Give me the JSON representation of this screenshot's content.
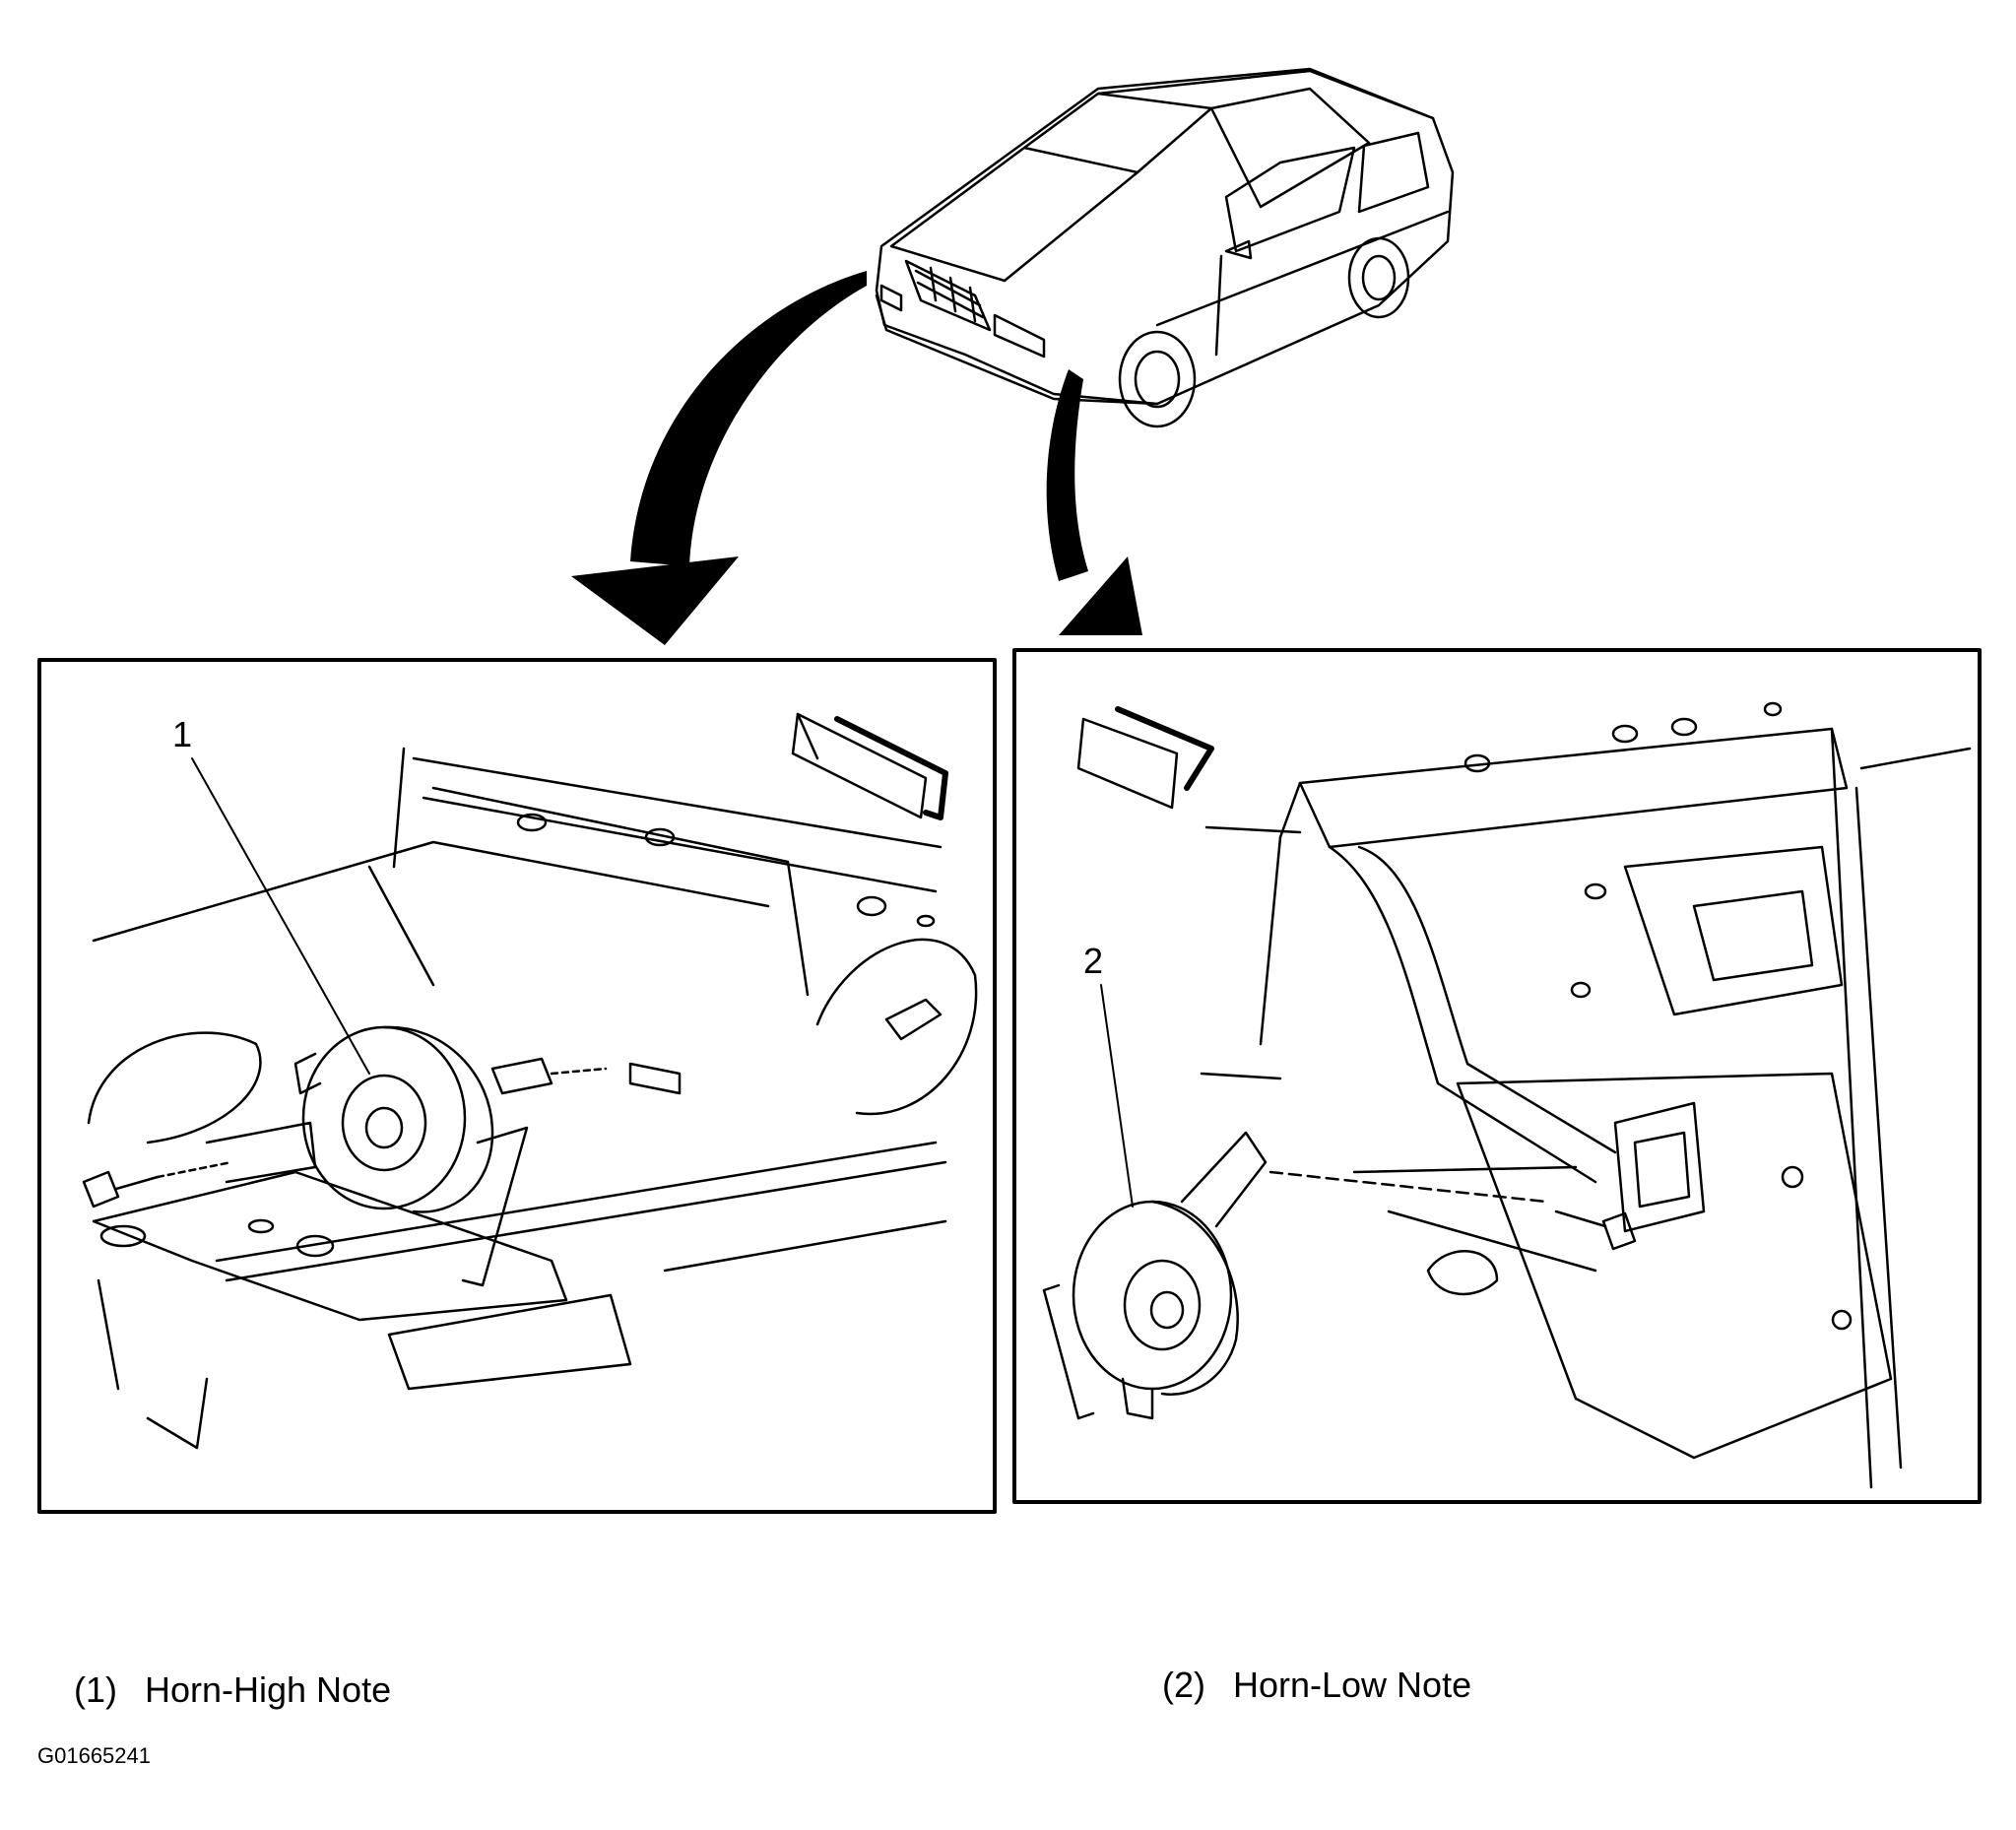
{
  "callouts": [
    {
      "number": "1"
    },
    {
      "number": "2"
    }
  ],
  "legend": [
    {
      "index": "(1)",
      "label": "Horn-High Note"
    },
    {
      "index": "(2)",
      "label": "Horn-Low Note"
    }
  ],
  "figure_id": "G01665241"
}
